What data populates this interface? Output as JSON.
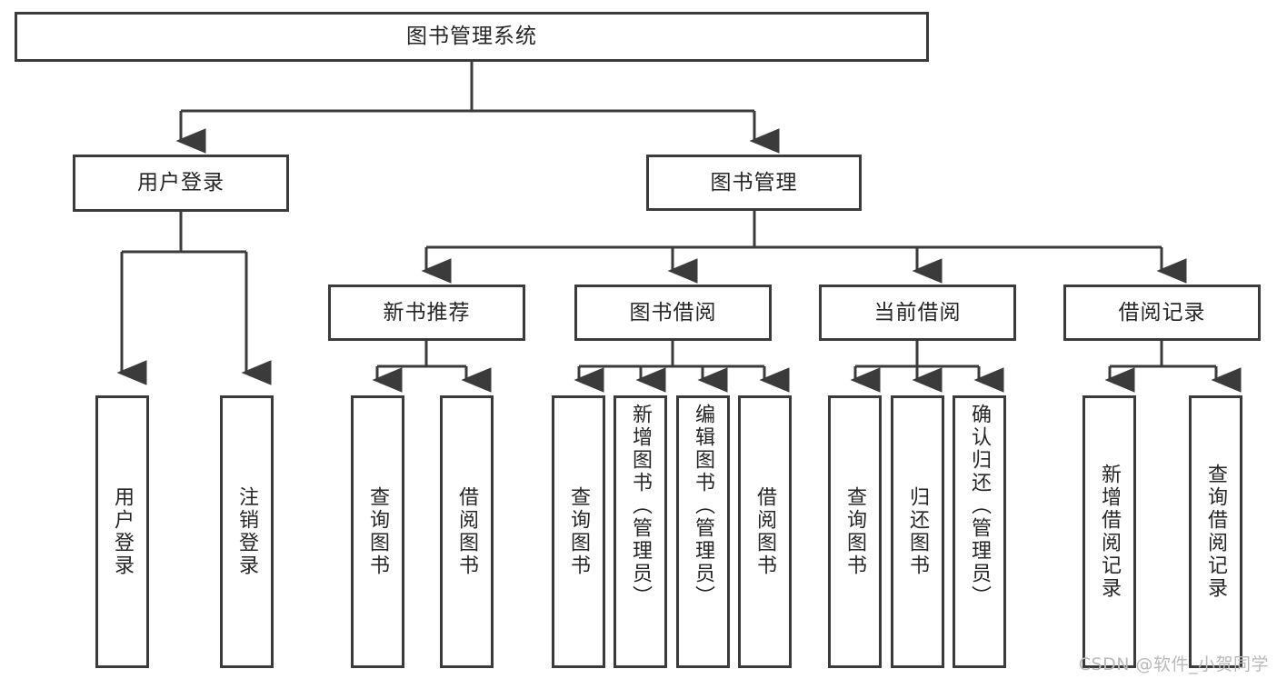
{
  "diagram": {
    "title": "图书管理系统",
    "type": "tree-hierarchy-chart",
    "root": {
      "label": "图书管理系统"
    },
    "level2": [
      {
        "label": "用户登录"
      },
      {
        "label": "图书管理"
      }
    ],
    "level3": [
      {
        "label": "新书推荐"
      },
      {
        "label": "图书借阅"
      },
      {
        "label": "当前借阅"
      },
      {
        "label": "借阅记录"
      }
    ],
    "leaves": [
      {
        "label": "用户登录"
      },
      {
        "label": "注销登录"
      },
      {
        "label": "查询图书"
      },
      {
        "label": "借阅图书"
      },
      {
        "label": "查询图书"
      },
      {
        "label": "新增图书（管理员）"
      },
      {
        "label": "编辑图书（管理员）"
      },
      {
        "label": "借阅图书"
      },
      {
        "label": "查询图书"
      },
      {
        "label": "归还图书"
      },
      {
        "label": "确认归还（管理员）"
      },
      {
        "label": "新增借阅记录"
      },
      {
        "label": "查询借阅记录"
      }
    ],
    "watermark": "CSDN @软件_小贺同学",
    "colors": {
      "stroke": "#3b3b3b",
      "fill": "#ffffff",
      "text": "#262626",
      "watermark": "#b9b9b9"
    }
  }
}
